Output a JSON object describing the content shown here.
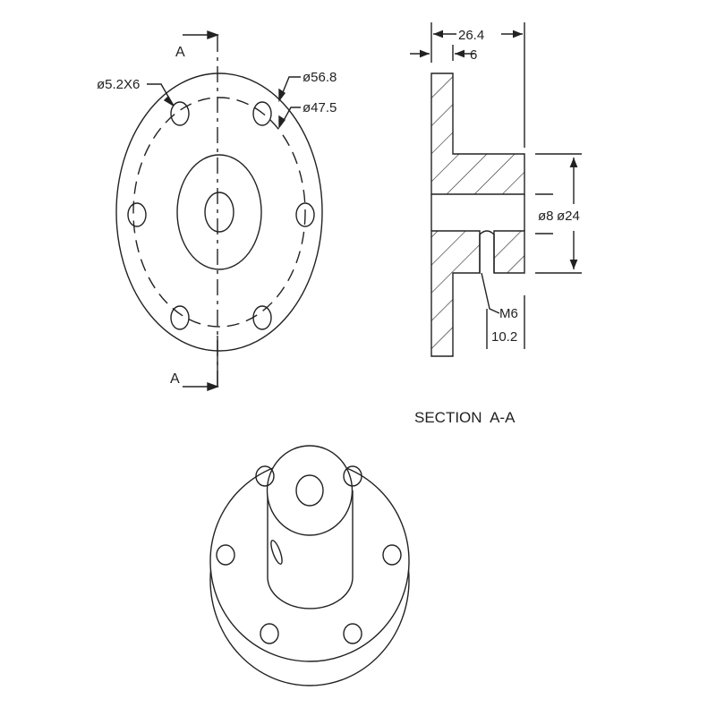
{
  "front_view": {
    "section_marker_top": "A",
    "section_marker_bottom": "A",
    "hole_callout": "ø5.2X6",
    "outer_diameter": "ø56.8",
    "bolt_circle_diameter": "ø47.5"
  },
  "section_view": {
    "overall_length": "26.4",
    "flange_thickness": "6",
    "bore_diameter": "ø8",
    "hub_diameter": "ø24",
    "set_screw_thread": "M6",
    "set_screw_position": "10.2",
    "title": "SECTION  A-A"
  },
  "iso_view": {
    "description": "isometric view of flange coupling with 6 mounting holes"
  },
  "colors": {
    "line": "#222222",
    "background": "#ffffff"
  }
}
